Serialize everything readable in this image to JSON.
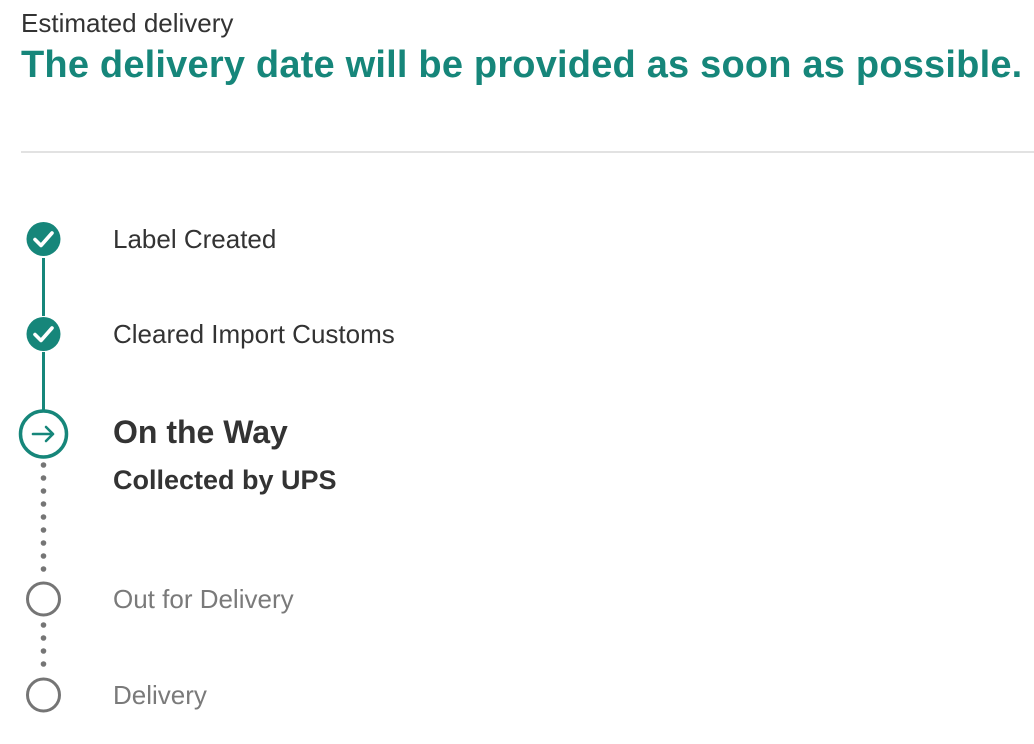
{
  "estimate": {
    "label": "Estimated delivery",
    "headline": "The delivery date will be provided as soon as possible."
  },
  "timeline": {
    "steps": [
      {
        "label": "Label Created",
        "status": "completed"
      },
      {
        "label": "Cleared Import Customs",
        "status": "completed"
      },
      {
        "label": "On the Way",
        "sublabel": "Collected by UPS",
        "status": "current"
      },
      {
        "label": "Out for Delivery",
        "status": "pending"
      },
      {
        "label": "Delivery",
        "status": "pending"
      }
    ]
  },
  "colors": {
    "accent": "#16867a",
    "text": "#333333",
    "muted": "#7a7a7a",
    "pending_icon": "#757575",
    "divider": "#e2e2e2"
  },
  "icons": {
    "completed": "check-circle-icon",
    "current": "arrow-right-circle-icon",
    "pending": "empty-circle-icon"
  }
}
